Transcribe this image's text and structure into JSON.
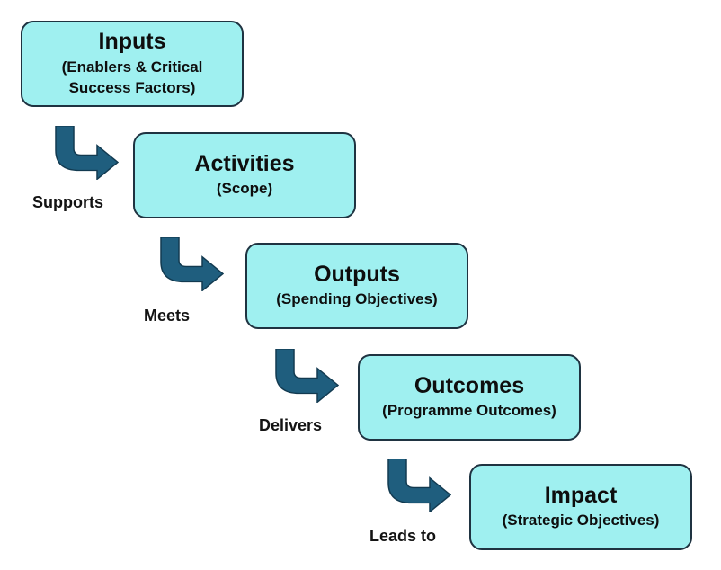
{
  "colors": {
    "box_fill": "#9ff0f0",
    "box_border": "#1f3341",
    "arrow_fill": "#1f5e7e",
    "arrow_outline": "#123a50"
  },
  "stages": [
    {
      "title": "Inputs",
      "subtitle": "(Enablers & Critical\nSuccess Factors)"
    },
    {
      "title": "Activities",
      "subtitle": "(Scope)"
    },
    {
      "title": "Outputs",
      "subtitle": "(Spending Objectives)"
    },
    {
      "title": "Outcomes",
      "subtitle": "(Programme Outcomes)"
    },
    {
      "title": "Impact",
      "subtitle": "(Strategic Objectives)"
    }
  ],
  "connectors": [
    {
      "label": "Supports",
      "icon": "bent-arrow-icon"
    },
    {
      "label": "Meets",
      "icon": "bent-arrow-icon"
    },
    {
      "label": "Delivers",
      "icon": "bent-arrow-icon"
    },
    {
      "label": "Leads to",
      "icon": "bent-arrow-icon"
    }
  ]
}
